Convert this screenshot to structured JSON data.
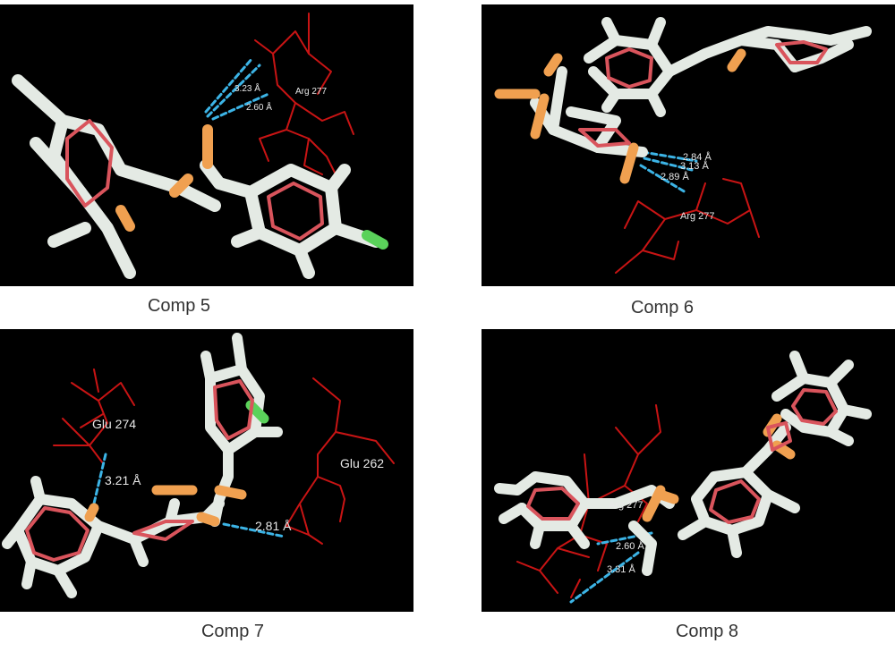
{
  "panels": [
    {
      "caption": "Comp 5",
      "labels": [
        "3.23 Å",
        "2.60 Å",
        "Arg 277"
      ]
    },
    {
      "caption": "Comp 6",
      "labels": [
        "2.84 Å",
        "3.13 Å",
        "2.89 Å",
        "Arg 277"
      ]
    },
    {
      "caption": "Comp 7",
      "labels": [
        "Glu 274",
        "3.21 Å",
        "Glu 262",
        "2.81 Å"
      ]
    },
    {
      "caption": "Comp 8",
      "labels": [
        "Arg 277",
        "2.60 Å",
        "3.31 Å"
      ]
    }
  ],
  "colors": {
    "background": "#000000",
    "ring_inner": "#d9545c",
    "bond": "#e4eae4",
    "oxygen_phosphorus": "#f0a050",
    "residue": "#c81414",
    "hbond": "#3cb4e6",
    "methyl": "#5ad25a"
  }
}
